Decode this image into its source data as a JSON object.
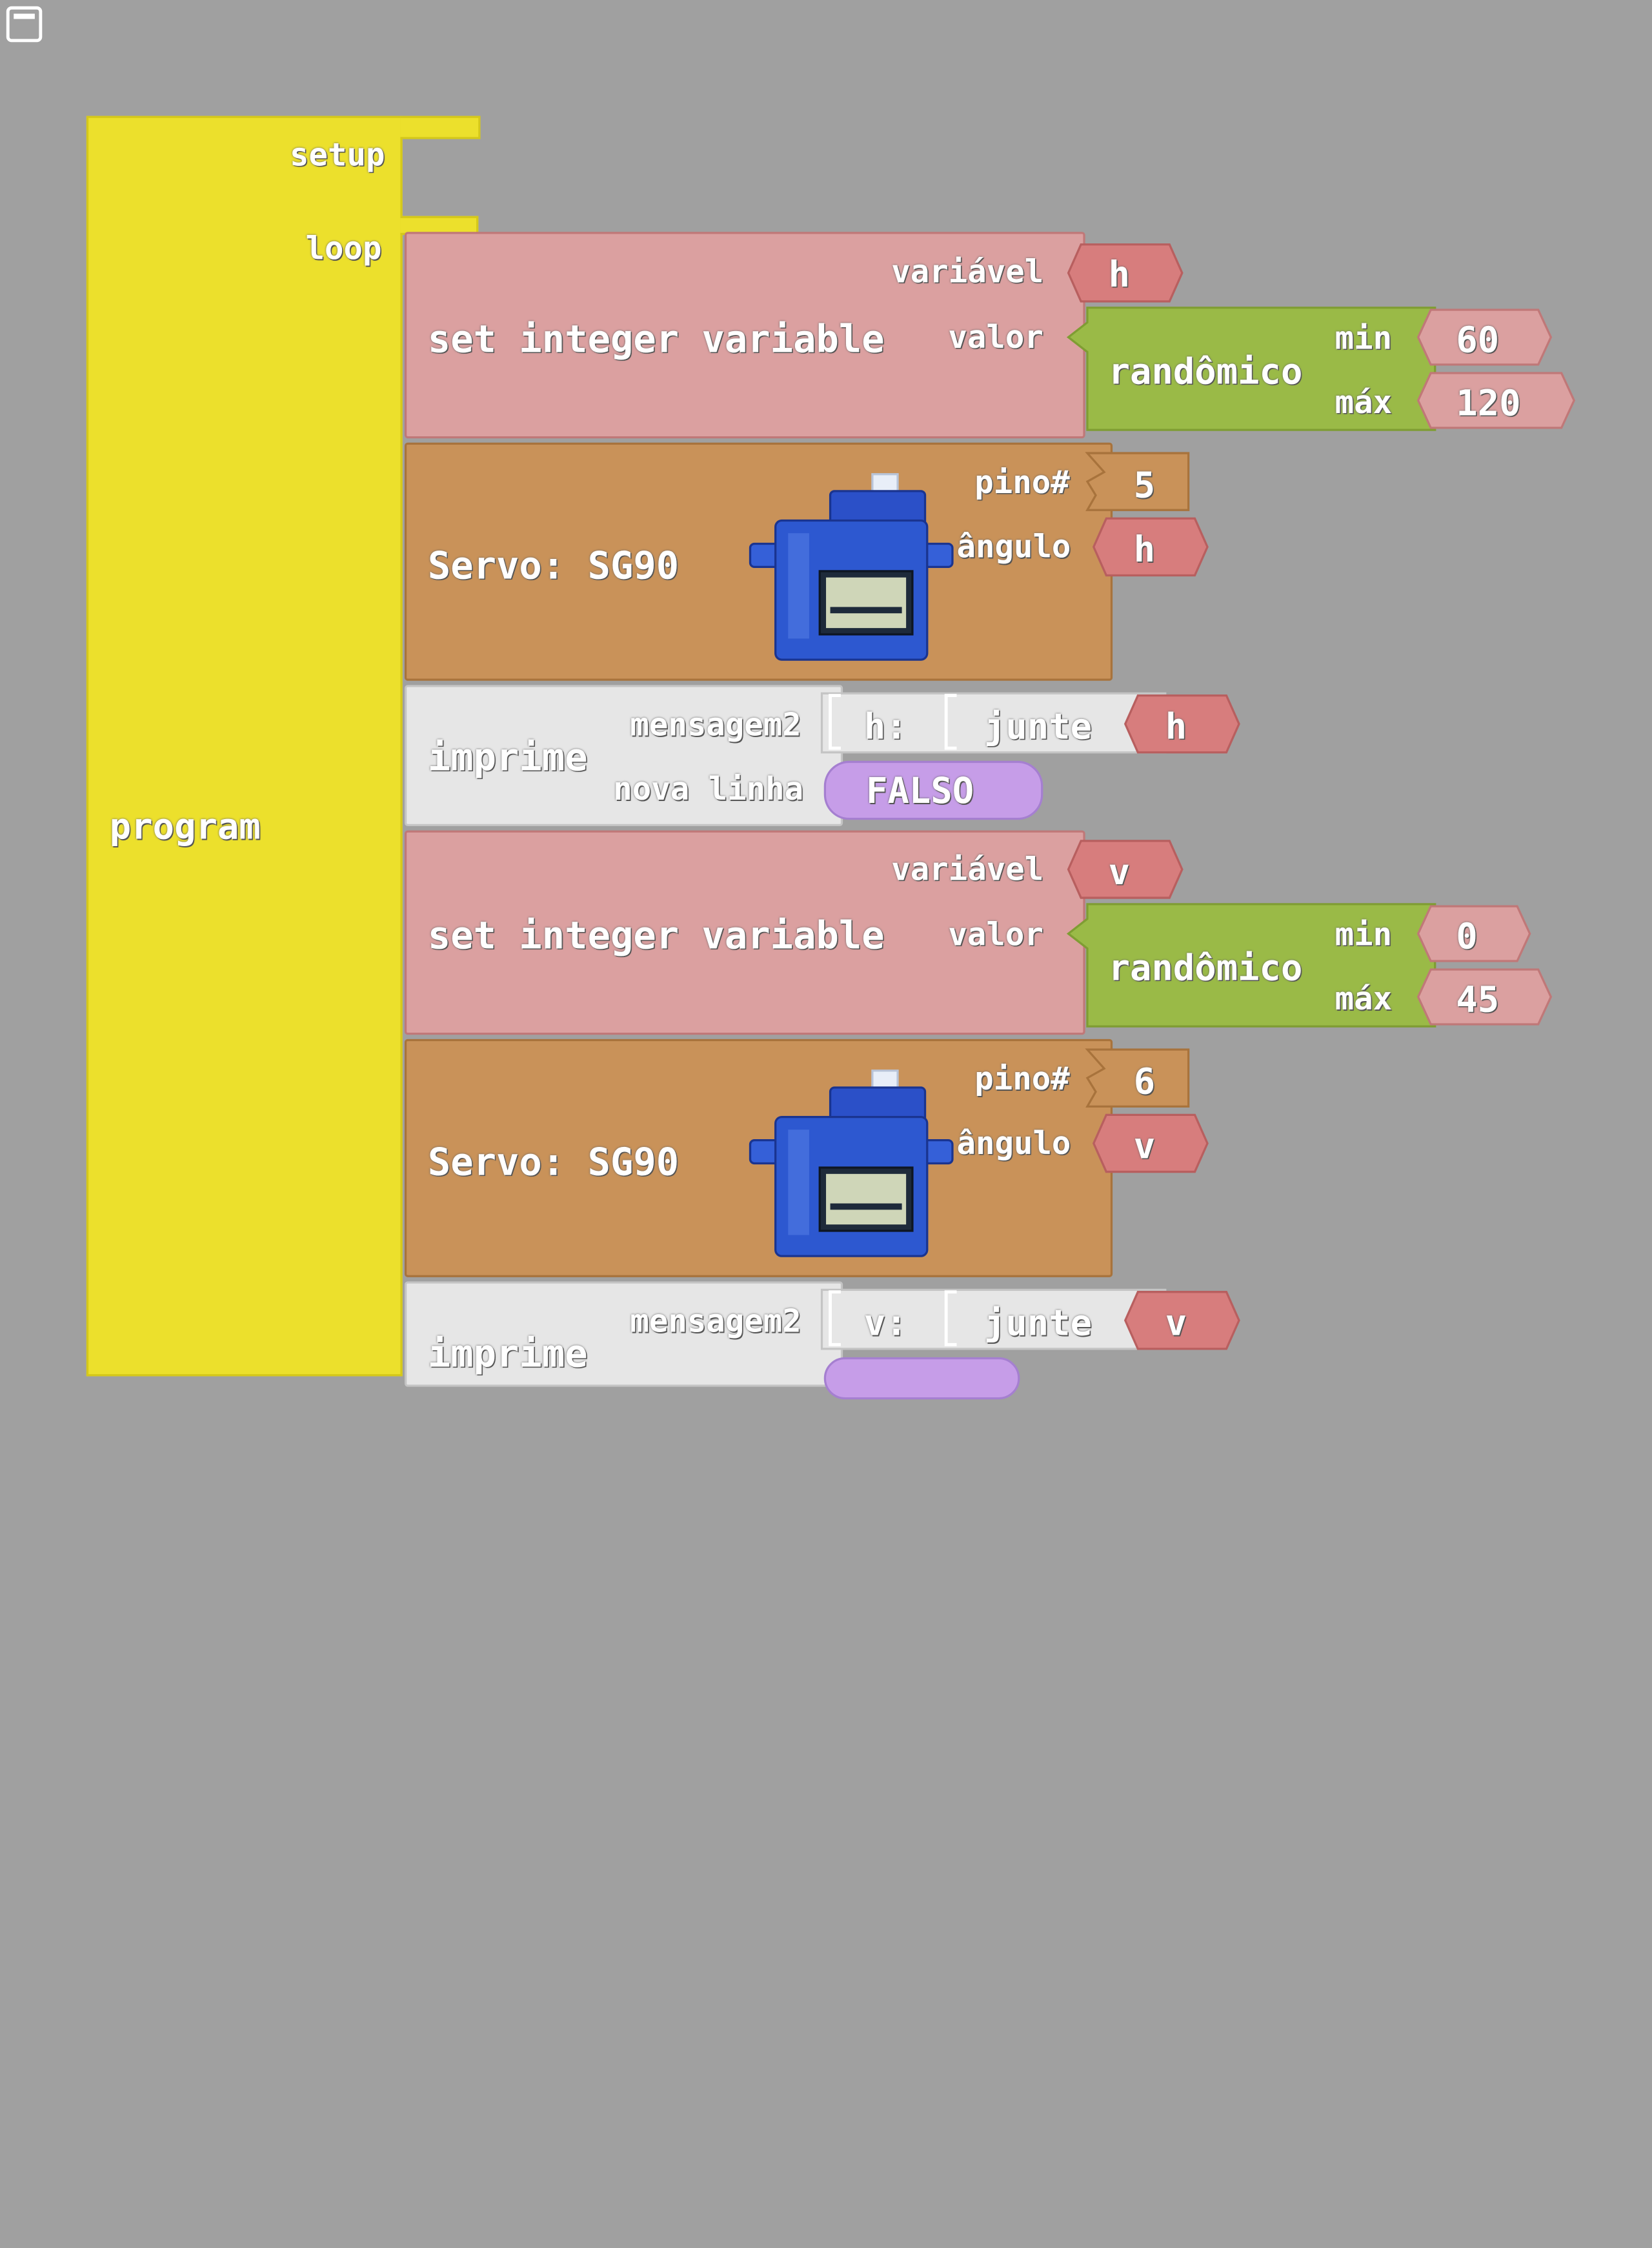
{
  "window": {
    "icon": "window-icon"
  },
  "program": {
    "label": "program",
    "setup_label": "setup",
    "loop_label": "loop"
  },
  "blocks": [
    {
      "type": "set_integer_variable",
      "label": "set integer variable",
      "var_label": "variável",
      "var_value": "h",
      "value_label": "valor",
      "random": {
        "label": "randômico",
        "min_label": "min",
        "min": "60",
        "max_label": "máx",
        "max": "120"
      }
    },
    {
      "type": "servo",
      "label": "Servo: SG90",
      "pin_label": "pino#",
      "pin": "5",
      "angle_label": "ângulo",
      "angle": "h",
      "image": "servo-sg90-image"
    },
    {
      "type": "print",
      "label": "imprime",
      "msg_label": "mensagem2",
      "text": "h:",
      "join_label": "junte",
      "join_var": "h",
      "newline_label": "nova linha",
      "newline_value": "FALSO"
    },
    {
      "type": "set_integer_variable",
      "label": "set integer variable",
      "var_label": "variável",
      "var_value": "v",
      "value_label": "valor",
      "random": {
        "label": "randômico",
        "min_label": "min",
        "min": "0",
        "max_label": "máx",
        "max": "45"
      }
    },
    {
      "type": "servo",
      "label": "Servo: SG90",
      "pin_label": "pino#",
      "pin": "6",
      "angle_label": "ângulo",
      "angle": "v",
      "image": "servo-sg90-image"
    },
    {
      "type": "print",
      "label": "imprime",
      "msg_label": "mensagem2",
      "text": "v:",
      "join_label": "junte",
      "join_var": "v"
    }
  ],
  "colors": {
    "workspace": "#a0a0a0",
    "program": "#ece02c",
    "variable": "#dba0a0",
    "math": "#9aba47",
    "servo": "#c99259",
    "print": "#e6e6e6",
    "logic": "#c69de8",
    "number": "#c99259"
  }
}
